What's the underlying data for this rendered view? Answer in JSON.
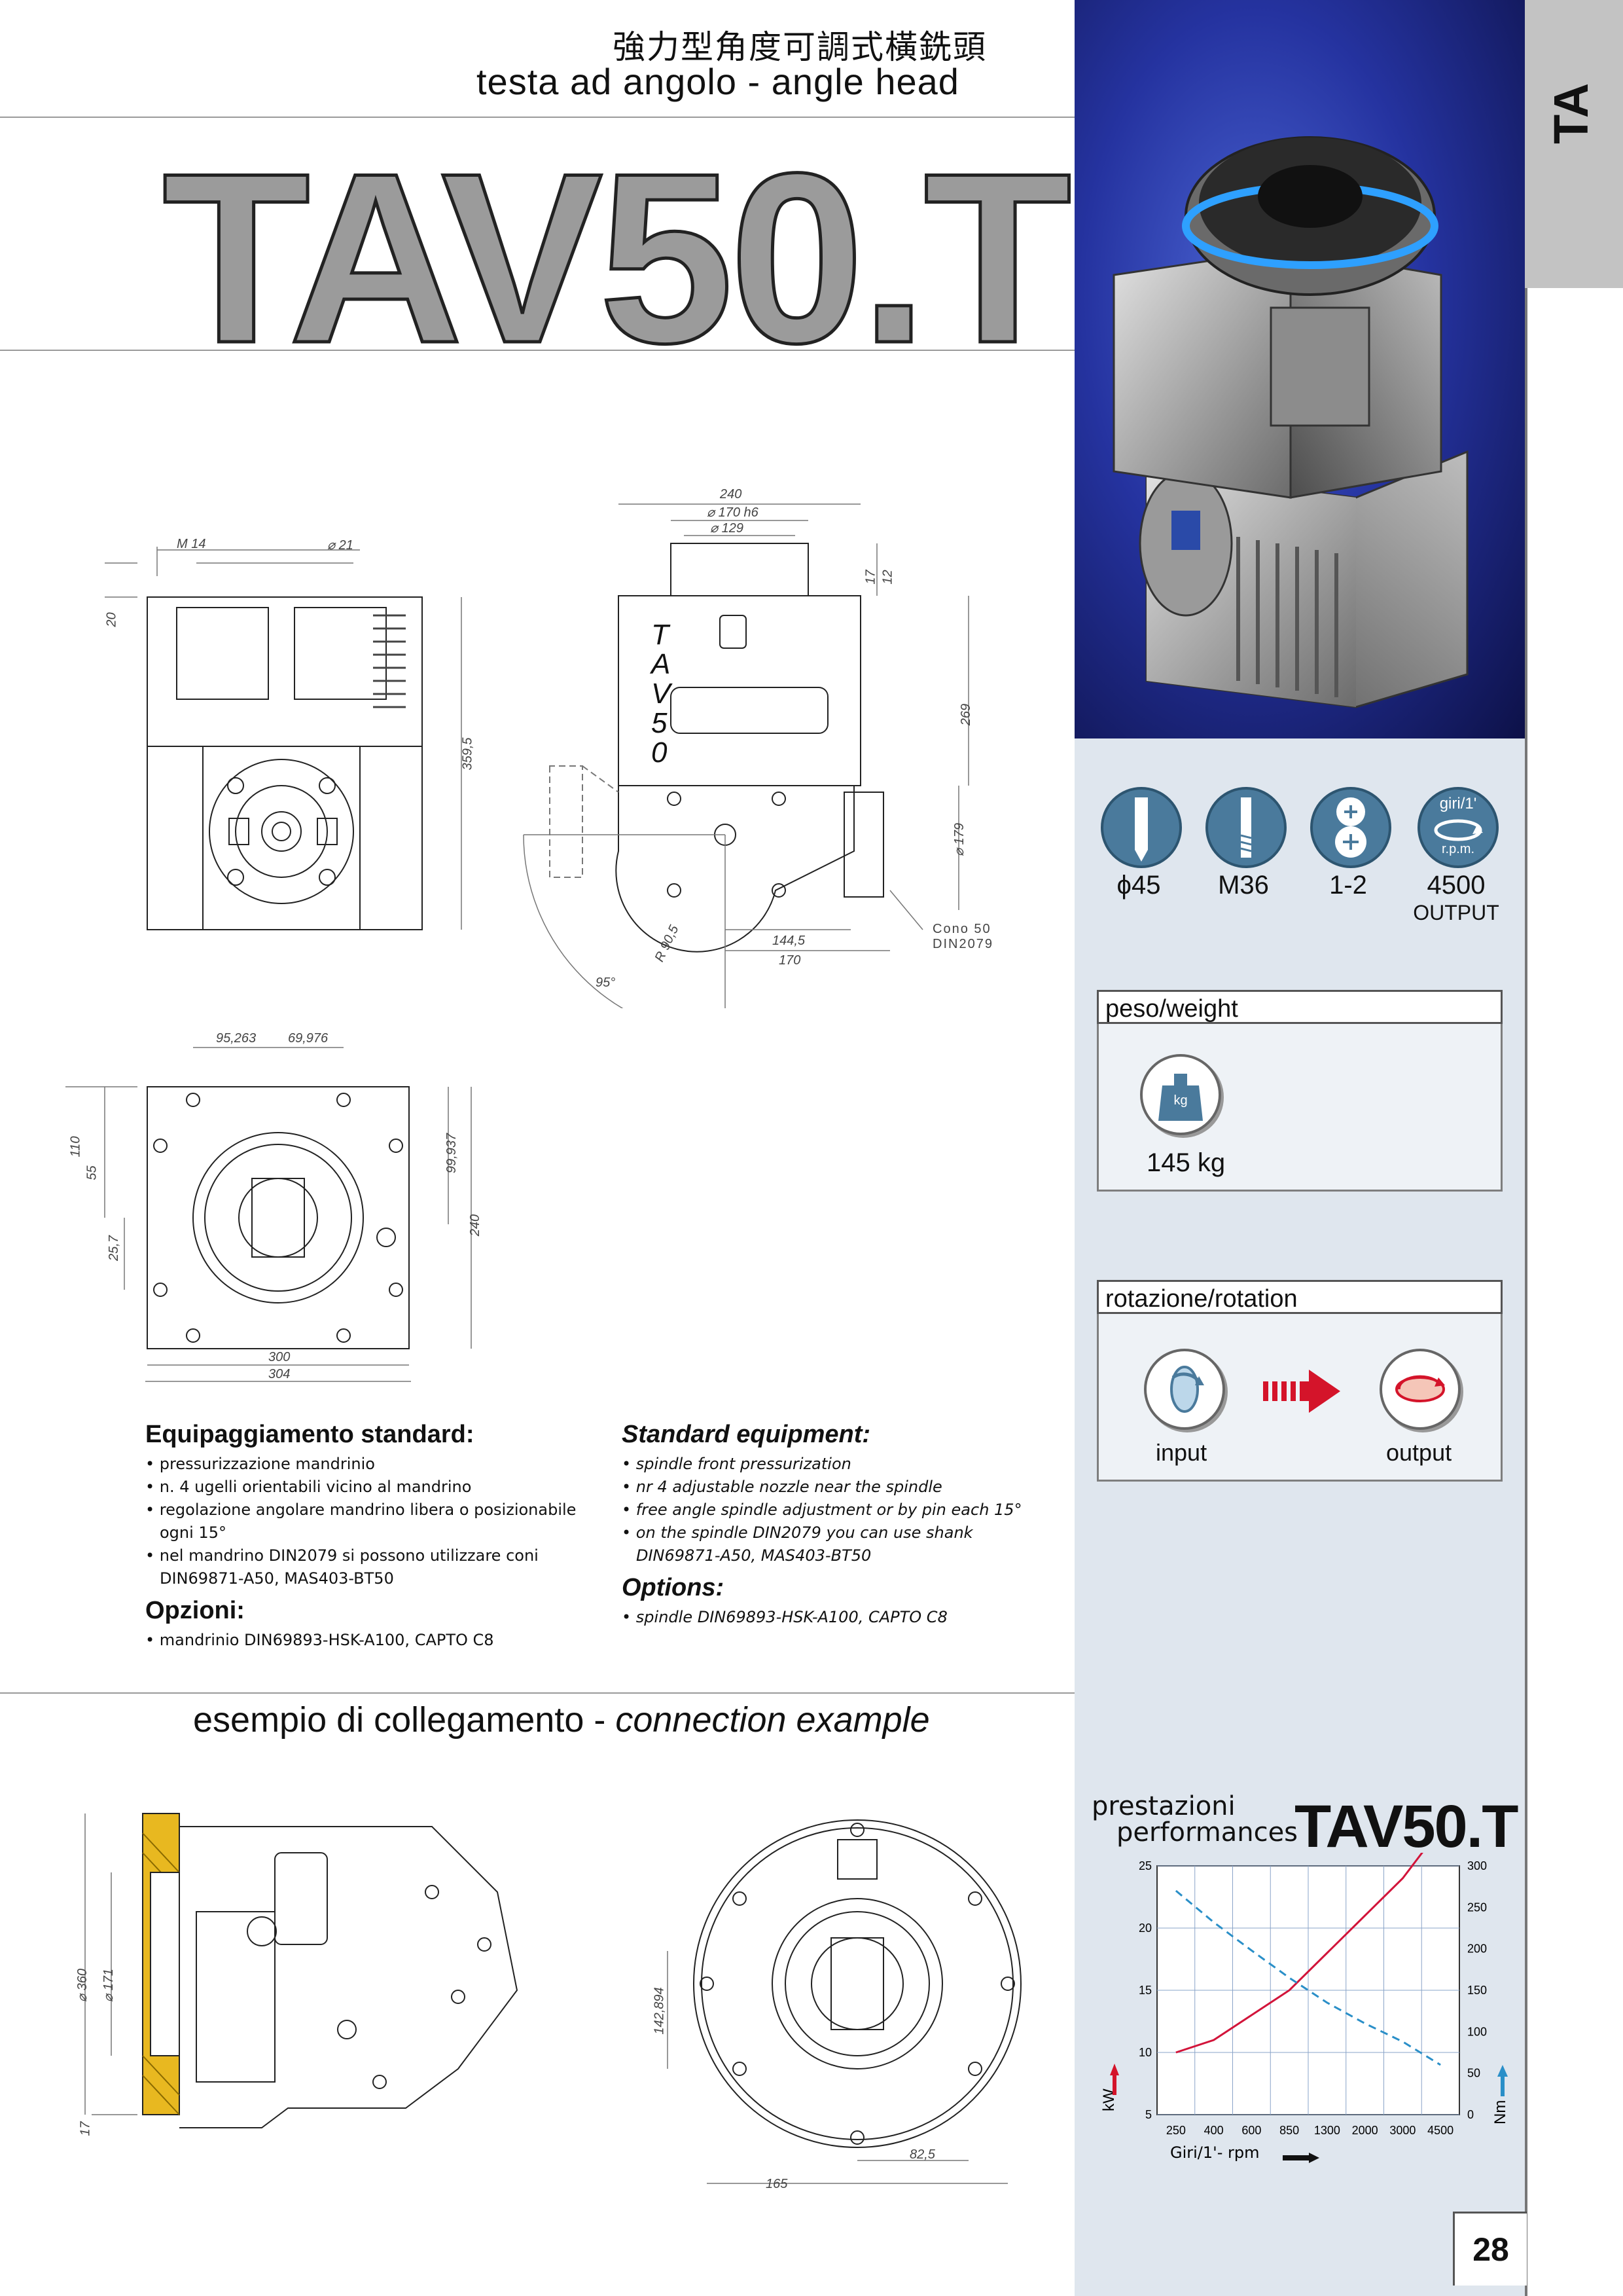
{
  "header": {
    "chinese": "強力型角度可調式橫銑頭",
    "subtitle": "testa ad angolo - angle head",
    "title": "TAV50.T",
    "tab": "TA",
    "page_number": "28"
  },
  "drawing1": {
    "dims": [
      "M 14",
      "⌀ 21",
      "20",
      "359,5"
    ]
  },
  "drawing2": {
    "dims": [
      "240",
      "⌀ 170 h6",
      "⌀ 129",
      "17",
      "12",
      "269",
      "⌀ 179",
      "R 90,5",
      "144,5",
      "170",
      "95°"
    ],
    "letters": [
      "T",
      "A",
      "V",
      "5",
      "0"
    ],
    "cone": "Cono 50 DIN2079"
  },
  "drawing3": {
    "dims": [
      "95,263",
      "69,976",
      "110",
      "55",
      "25,7",
      "99,937",
      "240",
      "300",
      "304"
    ]
  },
  "equipment_it": {
    "heading": "Equipaggiamento standard:",
    "items": [
      "pressurizzazione mandrinio",
      "n. 4 ugelli orientabili vicino al mandrino",
      "regolazione angolare mandrino libera o posizionabile ogni 15°",
      "nel mandrino DIN2079 si possono utilizzare coni DIN69871-A50, MAS403-BT50"
    ],
    "options_heading": "Opzioni:",
    "options": [
      "mandrinio DIN69893-HSK-A100, CAPTO C8"
    ]
  },
  "equipment_en": {
    "heading": "Standard equipment:",
    "items": [
      "spindle front pressurization",
      "nr 4 adjustable nozzle near the spindle",
      "free angle spindle adjustment or by pin each 15°",
      "on the spindle DIN2079 you can use shank DIN69871-A50, MAS403-BT50"
    ],
    "options_heading": "Options:",
    "options": [
      "spindle DIN69893-HSK-A100, CAPTO C8"
    ]
  },
  "connection": {
    "title_it": "esempio di collegamento - ",
    "title_en": "connection example",
    "dims": [
      "⌀ 360",
      "⌀ 171",
      "17",
      "142,894",
      "82,5",
      "165"
    ]
  },
  "specs": {
    "items": [
      {
        "icon": "drill-icon",
        "value": "ϕ45"
      },
      {
        "icon": "tap-icon",
        "value": "M36"
      },
      {
        "icon": "gear-ratio-icon",
        "value": "1-2"
      },
      {
        "icon": "rpm-icon",
        "value": "4500"
      }
    ],
    "output_label": "OUTPUT",
    "rpm_top": "giri/1'",
    "rpm_bottom": "r.p.m."
  },
  "weight": {
    "heading": "peso/weight",
    "icon_label": "kg",
    "value": "145 kg"
  },
  "rotation": {
    "heading": "rotazione/rotation",
    "input": "input",
    "output": "output"
  },
  "chart_data": {
    "type": "line",
    "title": "TAV50.T",
    "label_it": "prestazioni",
    "label_en": "performances",
    "categories": [
      "250",
      "400",
      "600",
      "850",
      "1300",
      "2000",
      "3000",
      "4500"
    ],
    "y_left": {
      "label": "kW",
      "ticks": [
        "5",
        "10",
        "15",
        "20",
        "25"
      ],
      "range": [
        5,
        25
      ]
    },
    "y_right": {
      "label": "Nm",
      "ticks": [
        "0",
        "50",
        "100",
        "150",
        "200",
        "250",
        "300"
      ],
      "range": [
        0,
        300
      ]
    },
    "xlabel": "Giri/1'- rpm",
    "series": [
      {
        "axis": "left",
        "color": "#d2143a",
        "style": "solid",
        "values": [
          10,
          11,
          13,
          15,
          18,
          21,
          24,
          28
        ]
      },
      {
        "axis": "right",
        "color": "#2a8fc8",
        "style": "dashed",
        "values": [
          270,
          232,
          198,
          165,
          135,
          110,
          88,
          60
        ]
      }
    ]
  }
}
